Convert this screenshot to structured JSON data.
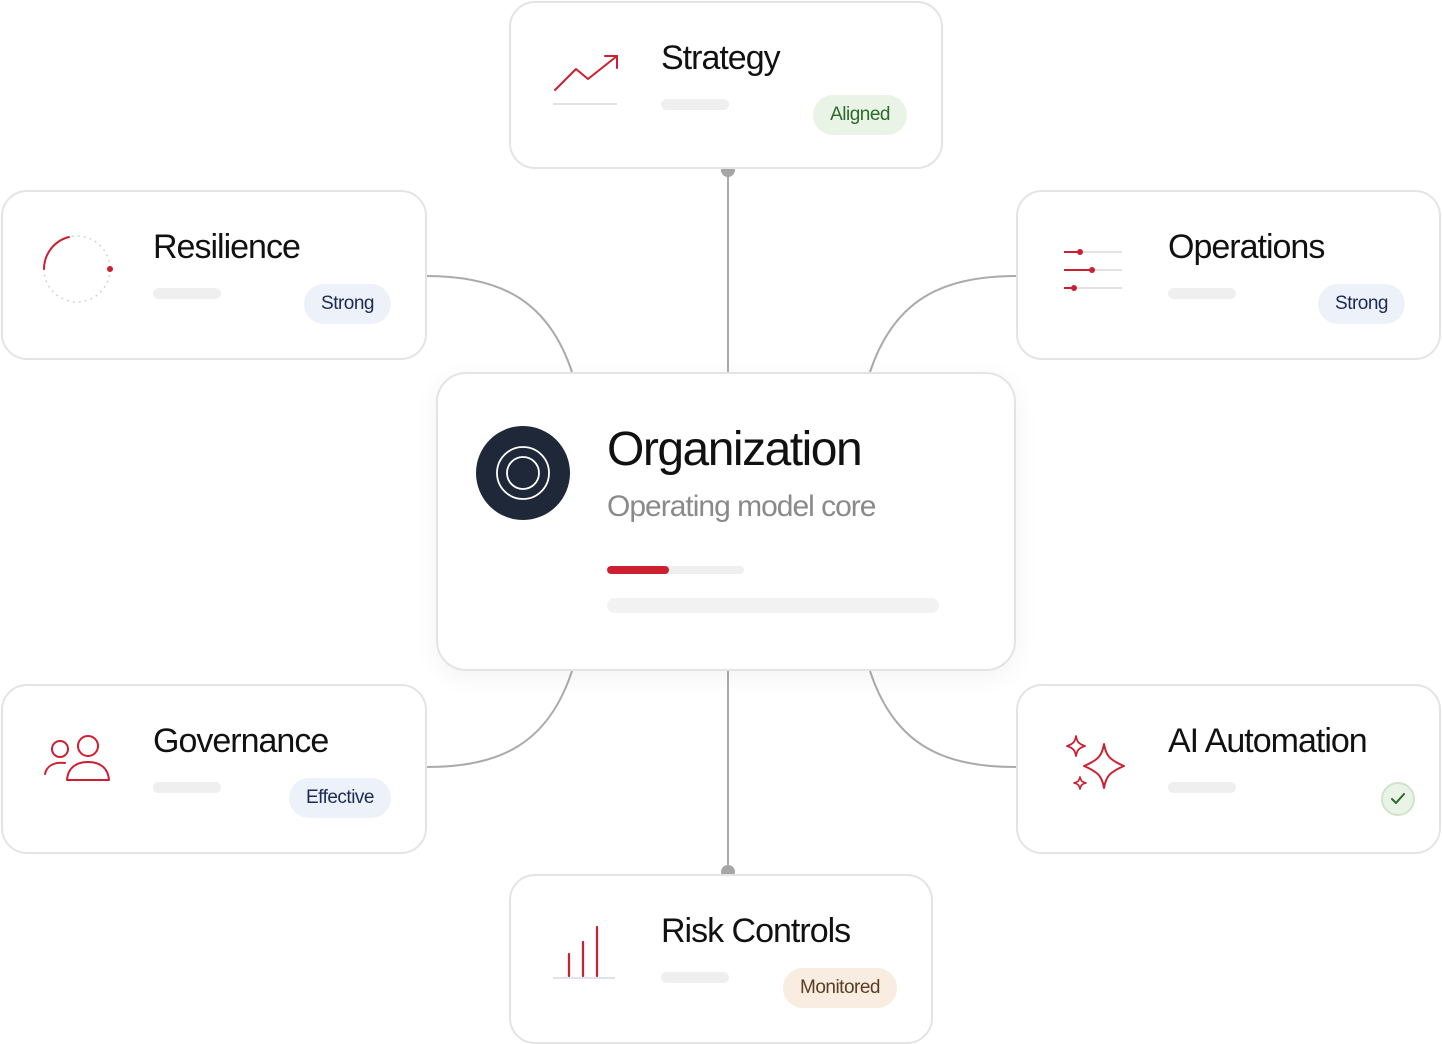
{
  "center": {
    "title": "Organization",
    "subtitle": "Operating model core",
    "progress_fraction": 0.45,
    "logo_icon": "concentric-circles-logo-icon"
  },
  "nodes": {
    "strategy": {
      "title": "Strategy",
      "badge": "Aligned",
      "icon": "trend-up-chart-icon"
    },
    "resilience": {
      "title": "Resilience",
      "badge": "Strong",
      "icon": "circular-progress-icon"
    },
    "operations": {
      "title": "Operations",
      "badge": "Strong",
      "icon": "sliders-icon"
    },
    "governance": {
      "title": "Governance",
      "badge": "Effective",
      "icon": "users-icon"
    },
    "ai_automation": {
      "title": "AI Automation",
      "badge": "",
      "icon": "sparkles-icon",
      "status_icon": "check-icon"
    },
    "risk_controls": {
      "title": "Risk Controls",
      "badge": "Monitored",
      "icon": "bar-chart-icon"
    }
  },
  "colors": {
    "accent": "#cc1f2f",
    "connector": "#aaaaaa",
    "card_border": "#e4e4e4",
    "badge_blue_bg": "#edf1fa",
    "badge_green_bg": "#e9f4e7",
    "badge_beige_bg": "#f9ece0",
    "logo_bg": "#1e2838"
  }
}
